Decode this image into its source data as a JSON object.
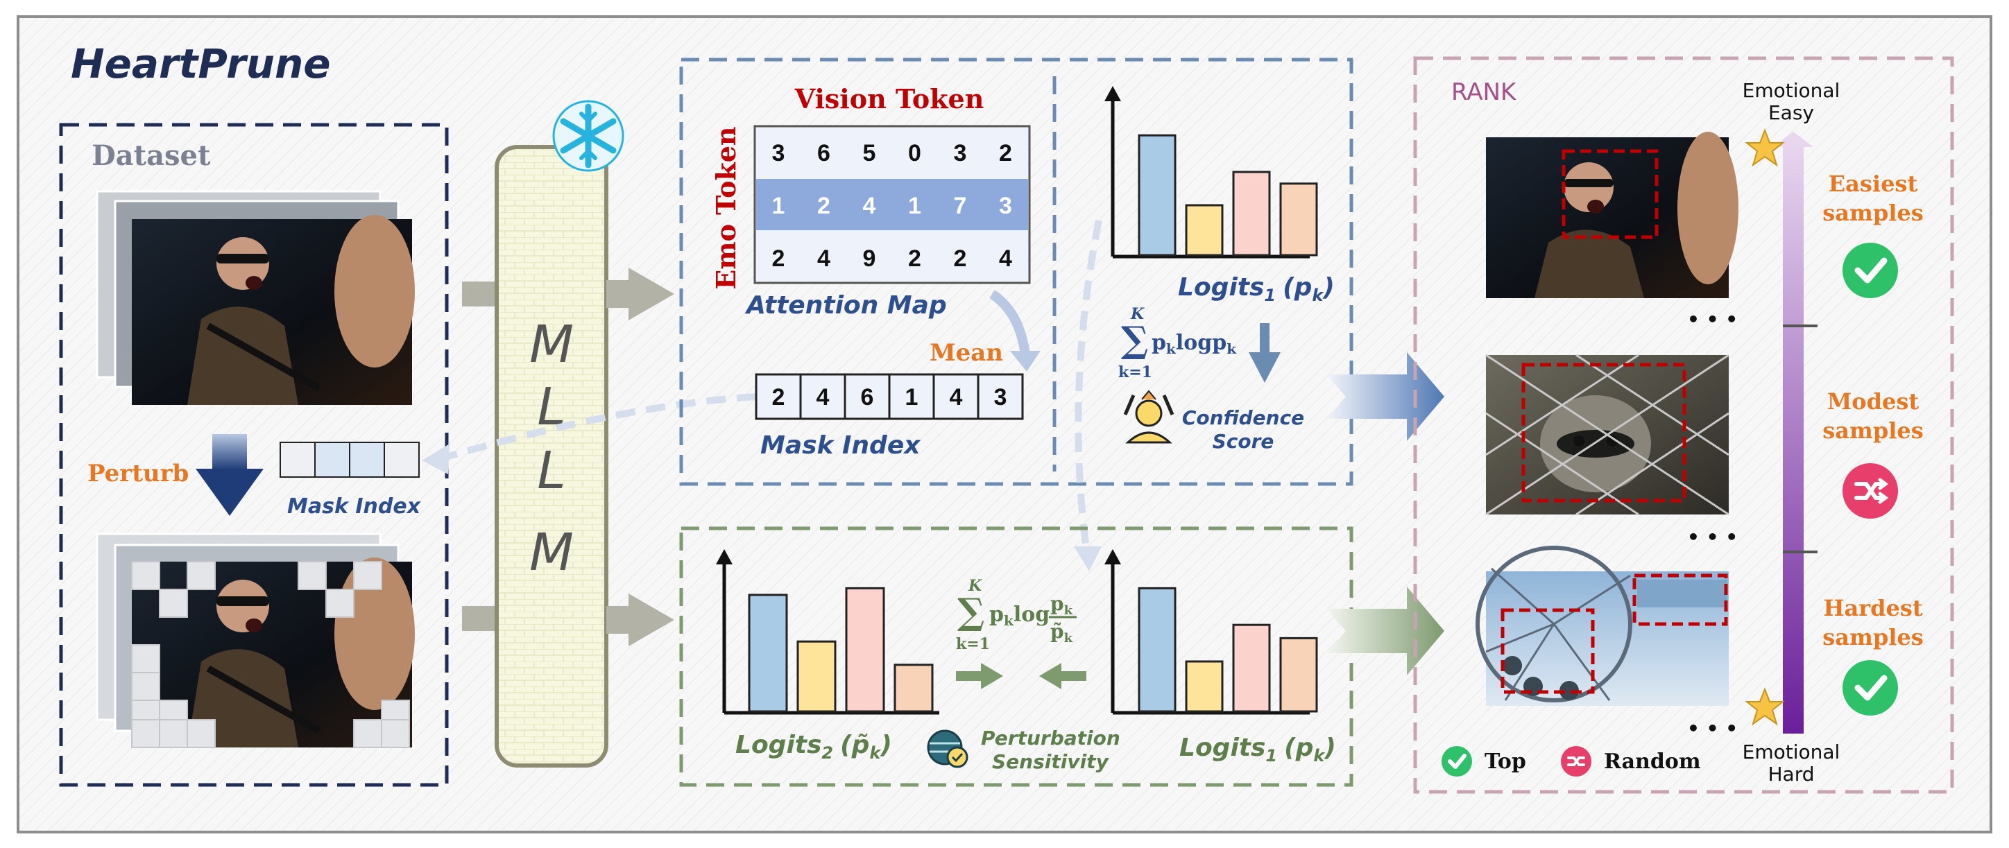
{
  "title": "HeartPrune",
  "dataset": {
    "label": "Dataset",
    "perturb_label": "Perturb",
    "mask_index_label": "Mask Index"
  },
  "model": {
    "letters": [
      "M",
      "L",
      "L",
      "M"
    ],
    "frozen_icon": "snowflake-icon"
  },
  "attention": {
    "vision_token_label": "Vision Token",
    "emo_token_label": "Emo Token",
    "matrix": [
      [
        "3",
        "6",
        "5",
        "0",
        "3",
        "2"
      ],
      [
        "1",
        "2",
        "4",
        "1",
        "7",
        "3"
      ],
      [
        "2",
        "4",
        "9",
        "2",
        "2",
        "4"
      ]
    ],
    "map_label": "Attention Map",
    "mean_label": "Mean",
    "mask_values": [
      "2",
      "4",
      "6",
      "1",
      "4",
      "3"
    ],
    "mask_label": "Mask Index"
  },
  "confidence": {
    "bars": [
      0.72,
      0.3,
      0.5,
      0.43
    ],
    "logits_label": "Logits",
    "logits_sub": "1",
    "logits_arg": "(p",
    "logits_arg_sub": "k",
    "logits_arg_end": ")",
    "formula_K": "K",
    "formula_sigma": "∑",
    "formula_k1": "k=1",
    "formula_body": "p",
    "formula_body_sub": "k",
    "formula_log": "logp",
    "formula_log_sub": "k",
    "score_label_1": "Confidence",
    "score_label_2": "Score"
  },
  "perturbation": {
    "bars_left": [
      0.7,
      0.42,
      0.74,
      0.28
    ],
    "bars_right": [
      0.74,
      0.3,
      0.52,
      0.44
    ],
    "left_logits_label": "Logits",
    "left_logits_sub": "2",
    "left_logits_arg": "(p̃",
    "left_logits_arg_sub": "k",
    "left_logits_arg_end": ")",
    "right_logits_label": "Logits",
    "right_logits_sub": "1",
    "right_logits_arg": "(p",
    "right_logits_arg_sub": "k",
    "right_logits_arg_end": ")",
    "formula_K": "K",
    "formula_sigma": "∑",
    "formula_k1": "k=1",
    "formula_body": "p",
    "formula_body_sub": "k",
    "formula_log": "log",
    "frac_num": "p",
    "frac_num_sub": "k",
    "frac_den": "p̃",
    "frac_den_sub": "k",
    "sensitivity_label_1": "Perturbation",
    "sensitivity_label_2": "Sensitivity"
  },
  "rank": {
    "label": "RANK",
    "top_axis_1": "Emotional",
    "top_axis_2": "Easy",
    "bottom_axis_1": "Emotional",
    "bottom_axis_2": "Hard",
    "ellipsis": "• • •",
    "groups": [
      {
        "line1": "Easiest",
        "line2": "samples",
        "badge": "check-icon"
      },
      {
        "line1": "Modest",
        "line2": "samples",
        "badge": "shuffle-icon"
      },
      {
        "line1": "Hardest",
        "line2": "samples",
        "badge": "check-icon"
      }
    ],
    "legend_top": "Top",
    "legend_random": "Random"
  },
  "colors": {
    "title": "#1f2d55",
    "navy_box": "#1f2d55",
    "blue_box": "#6b8cb0",
    "green_box": "#7e9a6f",
    "rank_box": "#c8a4b2",
    "orange": "#e87722",
    "red": "#c00000",
    "blue_text": "#2e4f8f",
    "green_text": "#5e7f4c",
    "purple": "#7a3a9a",
    "bar_blue": "#a9cbe6",
    "bar_yellow": "#fde49a",
    "bar_pink": "#fbd2cc",
    "bar_peach": "#f9d3b8",
    "check_green": "#2ec16a",
    "shuffle_pink": "#e83e6c"
  }
}
